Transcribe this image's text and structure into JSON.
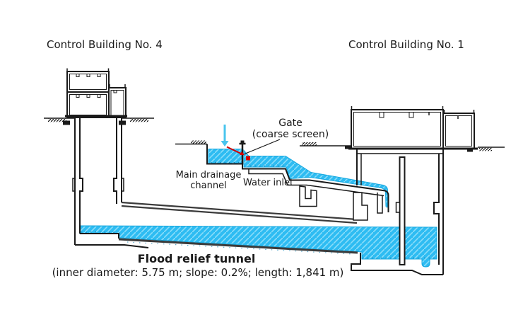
{
  "labels": {
    "building_left": "Control Building No. 4",
    "building_right": "Control Building No. 1",
    "gate_line1": "Gate",
    "gate_line2": "(coarse screen)",
    "drainage_line1": "Main drainage",
    "drainage_line2": "channel",
    "water_inlet": "Water inlet",
    "tunnel_title": "Flood relief tunnel",
    "tunnel_specs": "(inner diameter: 5.75 m; slope: 0.2%; length: 1,841 m)"
  },
  "colors": {
    "water": "#2ebcf2",
    "water_hatch": "#8addf9",
    "water_edge": "#16a7de",
    "outline": "#1a1a1a",
    "tunnel_line": "#3b3b3b",
    "flow_arrow": "#49c5ee",
    "gate_marker": "#d40000",
    "dots": "#1486b8"
  }
}
